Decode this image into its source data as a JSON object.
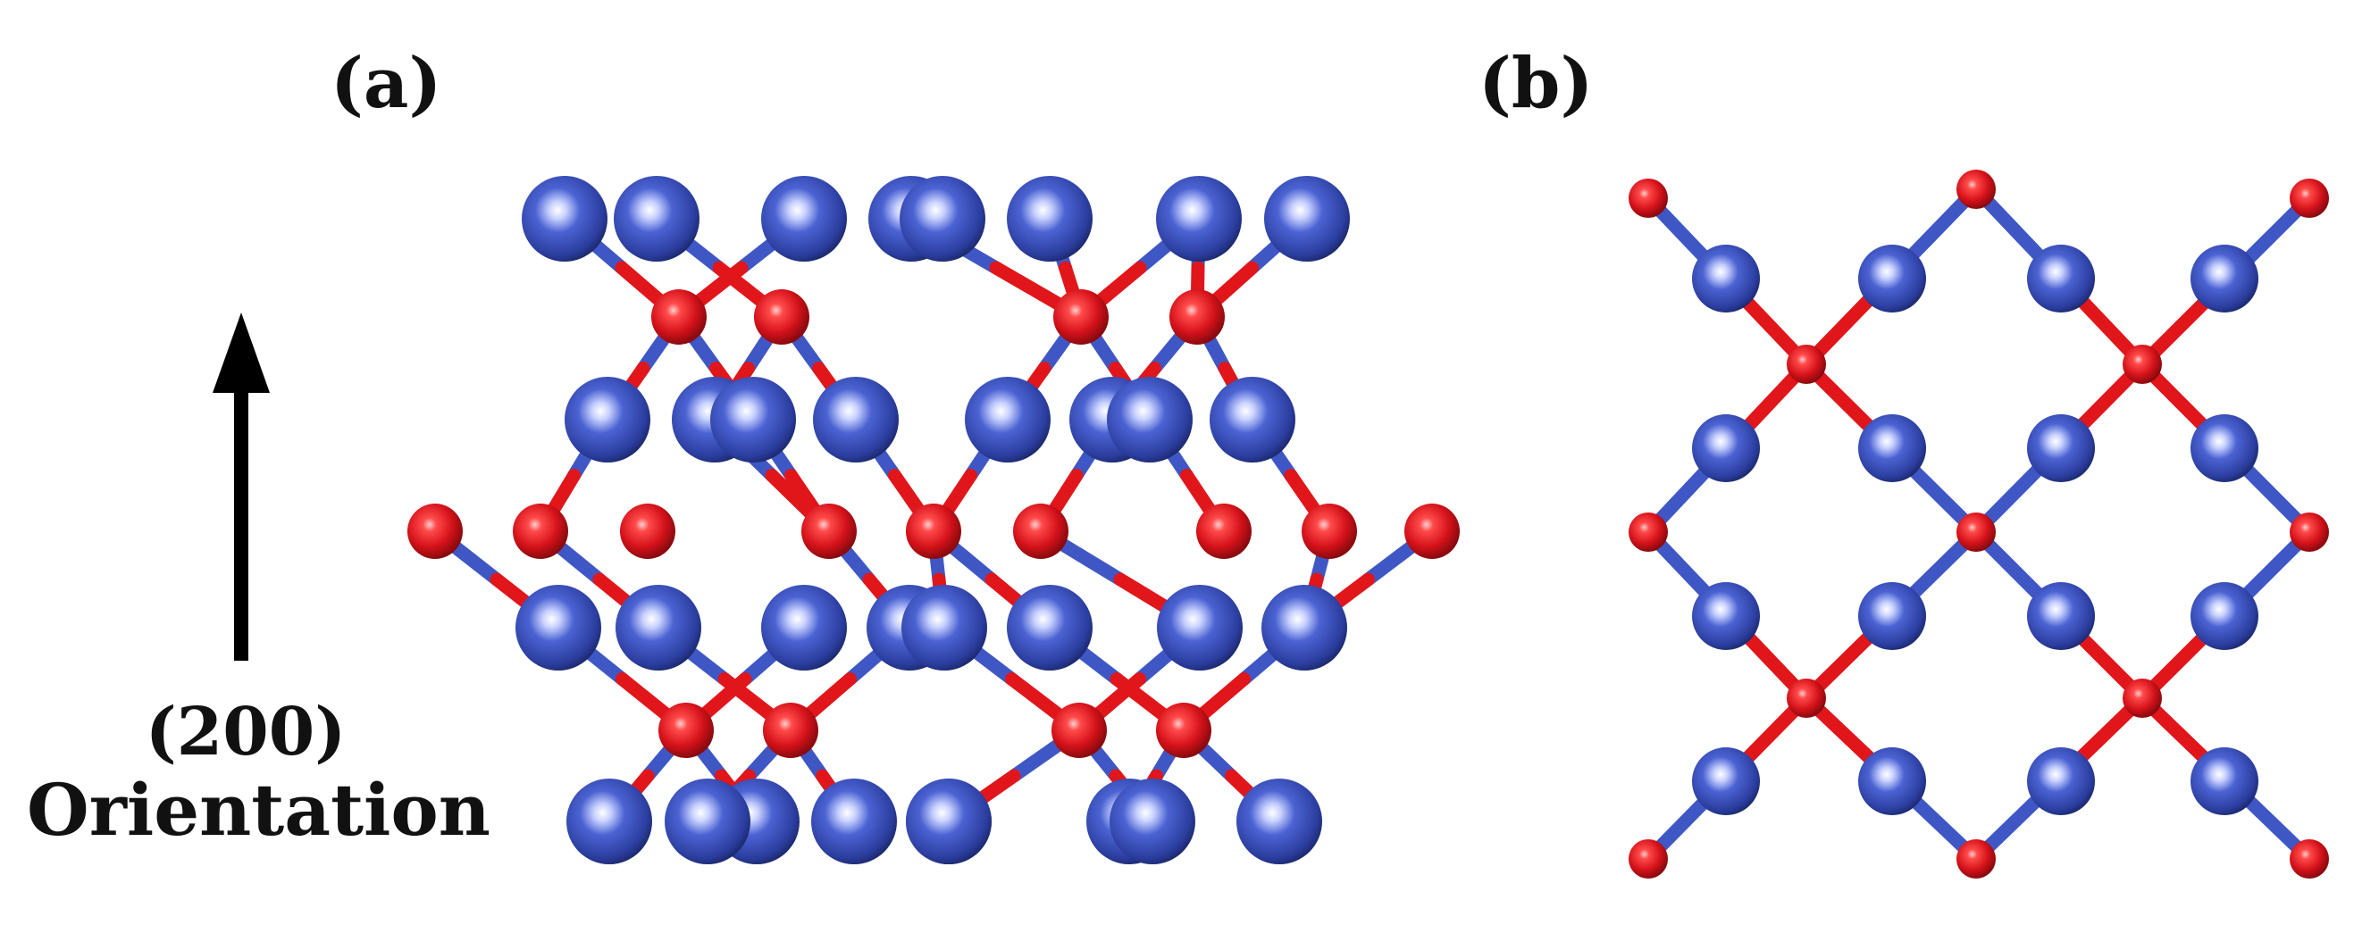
{
  "panels": [
    {
      "label": "(a)"
    },
    {
      "label": "(b)"
    }
  ],
  "orientation": {
    "miller_index": "(200)",
    "word": "Orientation"
  },
  "colors": {
    "anion_sphere": "#3f57c4",
    "cation_sphere": "#e0161b",
    "background": "#ffffff",
    "arrow": "#000000"
  },
  "icons": [
    "up-arrow-icon"
  ]
}
